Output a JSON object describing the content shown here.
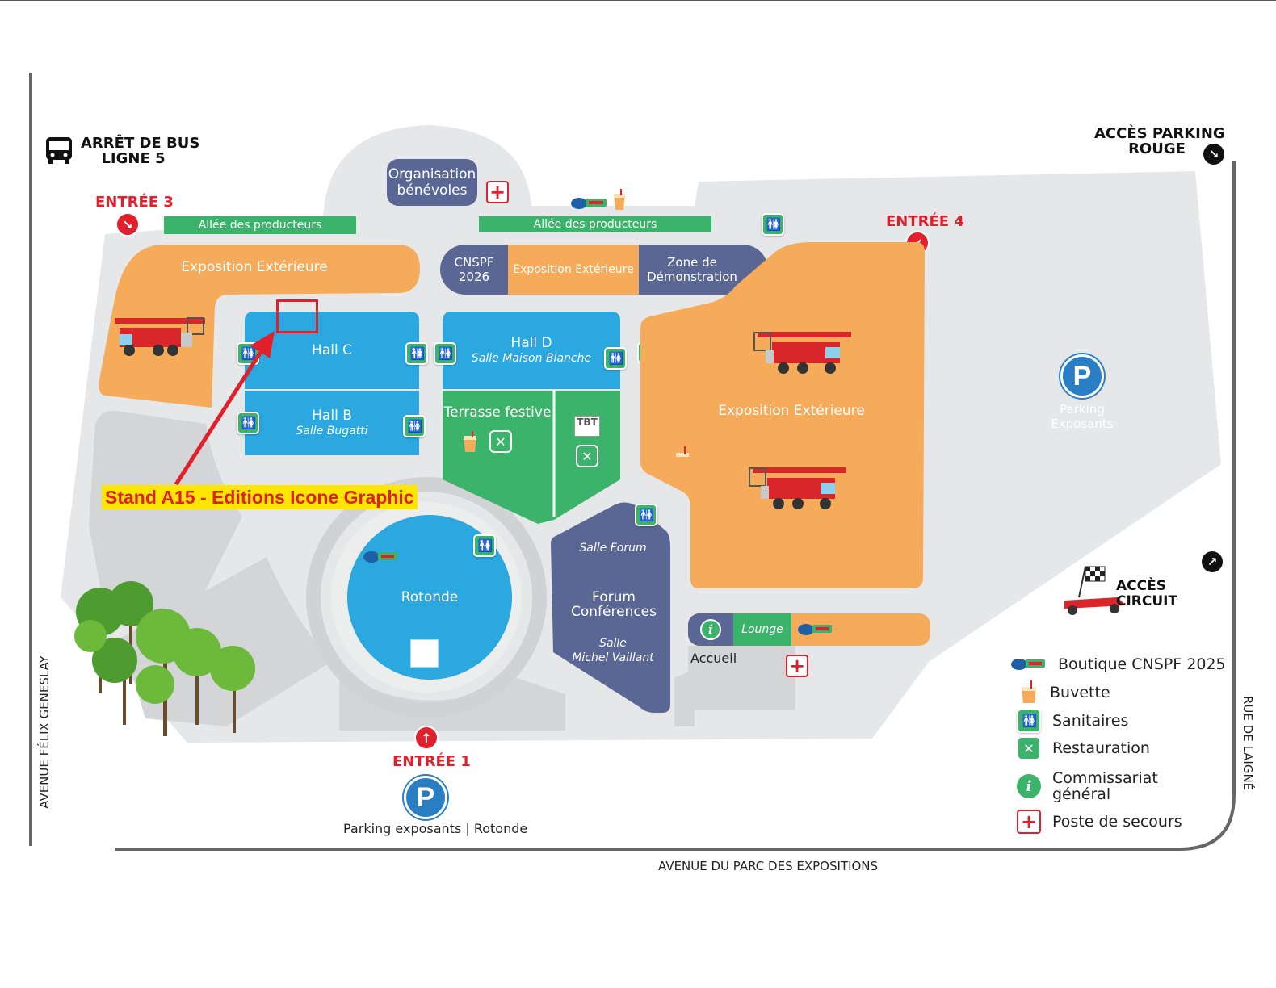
{
  "labels": {
    "bus_stop": "ARRÊT DE BUS\nLIGNE 5",
    "parking_rouge": "ACCÈS PARKING\nROUGE",
    "acces_circuit": "ACCÈS CIRCUIT",
    "entree_1": "ENTRÉE 1",
    "entree_3": "ENTRÉE 3",
    "entree_4": "ENTRÉE 4",
    "parking_exposants_rotonde": "Parking exposants | Rotonde",
    "parking_exposants": "Parking\nExposants",
    "accueil": "Accueil",
    "lounge": "Lounge",
    "stand": "Stand A15 - Editions Icone Graphic",
    "tbt": "TBT"
  },
  "streets": {
    "left": "AVENUE FÉLIX GENESLAY",
    "bottom": "AVENUE DU PARC DES EXPOSITIONS",
    "right": "RUE DE LAIGNÉ"
  },
  "zones": {
    "allee_left": "Allée des producteurs",
    "allee_mid": "Allée des producteurs",
    "organisation": "Organisation\nbénévoles",
    "expo_ext_left": "Exposition Extérieure",
    "cnspf": "CNSPF\n2026",
    "expo_ext_mid": "Exposition Extérieure",
    "zone_demo": "Zone de\nDémonstration",
    "hall_c": "Hall C",
    "hall_b": "Hall B",
    "hall_b_sub": "Salle Bugatti",
    "hall_d": "Hall D",
    "hall_d_sub": "Salle Maison Blanche",
    "terrasse": "Terrasse festive",
    "expo_ext_right": "Exposition Extérieure",
    "rotonde": "Rotonde",
    "salle_forum": "Salle Forum",
    "forum": "Forum\nConférences",
    "salle_vaillant": "Salle\nMichel Vaillant"
  },
  "legend": [
    {
      "icon": "boutique-icon",
      "label": "Boutique CNSPF 2025"
    },
    {
      "icon": "buvette-icon",
      "label": "Buvette"
    },
    {
      "icon": "sanitaires-icon",
      "label": "Sanitaires"
    },
    {
      "icon": "restauration-icon",
      "label": "Restauration"
    },
    {
      "icon": "info-icon",
      "label": "Commissariat\ngénéral"
    },
    {
      "icon": "first-aid-icon",
      "label": "Poste de secours"
    }
  ],
  "colors": {
    "hall_blue": "#2aa8df",
    "expo_orange": "#f5ab59",
    "slate": "#5a6795",
    "green": "#3cb36b",
    "ground": "#e6e7e8",
    "road": "#cfd1d3",
    "red": "#e0202c"
  }
}
